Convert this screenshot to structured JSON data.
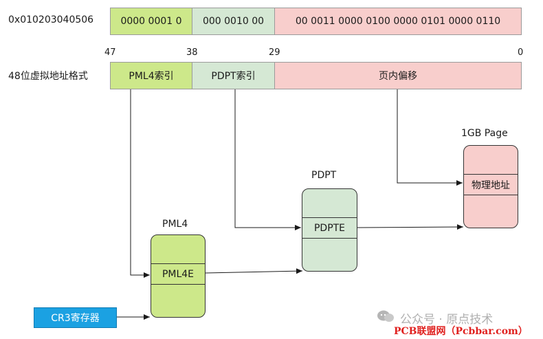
{
  "address": {
    "label": "0x010203040506",
    "segments": [
      "0000 0001 0",
      "000 0010 00",
      "00 0011 0000 0100 0000 0101 0000 0110"
    ]
  },
  "format": {
    "label": "48位虚拟地址格式",
    "bits": [
      "47",
      "38",
      "29",
      "0"
    ],
    "fields": [
      "PML4索引",
      "PDPT索引",
      "页内偏移"
    ]
  },
  "pml4": {
    "title": "PML4",
    "entry": "PML4E"
  },
  "pdpt": {
    "title": "PDPT",
    "entry": "PDPTE"
  },
  "page": {
    "title": "1GB Page",
    "entry": "物理地址"
  },
  "register": {
    "label": "CR3寄存器"
  },
  "watermark": {
    "line1": "公众号 · 原点技术",
    "line2": "PCB联盟网（Pcbbar.com）"
  }
}
